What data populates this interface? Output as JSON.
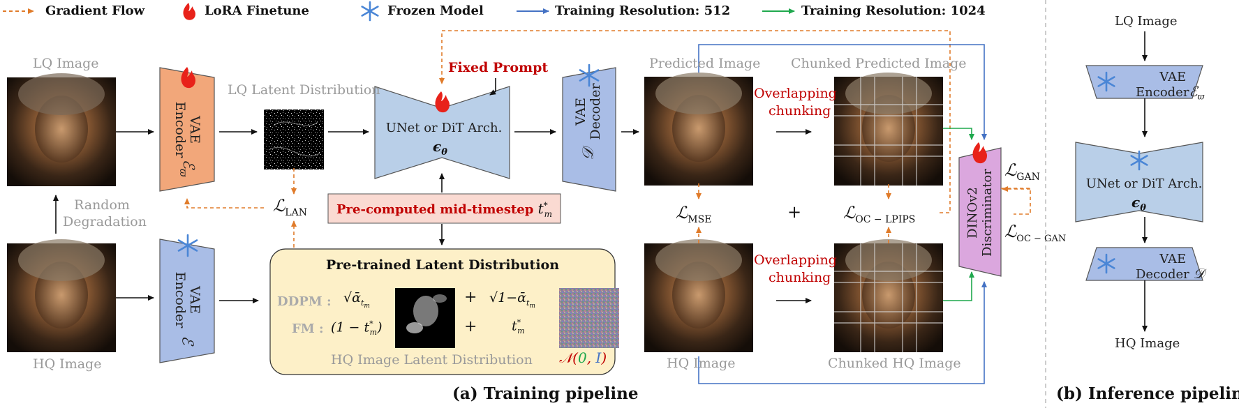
{
  "legend": {
    "gradient_flow": "Gradient Flow",
    "lora_finetune": "LoRA Finetune",
    "frozen_model": "Frozen Model",
    "training_512": "Training Resolution: 512",
    "training_1024": "Training Resolution: 1024"
  },
  "training": {
    "lq_image": "LQ Image",
    "hq_image": "HQ Image",
    "random_degradation_1": "Random",
    "random_degradation_2": "Degradation",
    "vae_encoder_top_1": "VAE",
    "vae_encoder_top_2": "Encoder",
    "vae_encoder_top_sym": "ℰ",
    "vae_encoder_top_sub": "ϖ",
    "vae_encoder_bot_1": "VAE",
    "vae_encoder_bot_2": "Encoder",
    "vae_encoder_bot_sym": "ℰ",
    "lq_latent_distribution": "LQ Latent Distribution",
    "loss_lan": "ℒ",
    "loss_lan_sub": "LAN",
    "fixed_prompt": "Fixed Prompt",
    "unet_label": "UNet or DiT Arch.",
    "unet_eps": "ϵ",
    "unet_eps_sub": "θ",
    "precomputed_label": "Pre-computed mid-timestep",
    "precomputed_t": "t",
    "precomputed_t_sub": "m",
    "precomputed_t_sup": "*",
    "latent_box_title": "Pre-trained Latent Distribution",
    "ddpm_label": "DDPM :",
    "fm_label": "FM :",
    "plus": "+",
    "hq_latent_distribution": "HQ Image Latent Distribution",
    "noise_label": "𝒩(0, I)",
    "vae_decoder_1": "VAE",
    "vae_decoder_2": "Decoder",
    "vae_decoder_sym": "𝒟",
    "predicted_image": "Predicted Image",
    "chunked_predicted_image": "Chunked Predicted Image",
    "overlapping_1": "Overlapping",
    "overlapping_2": "chunking",
    "loss_mse": "ℒ",
    "loss_mse_sub": "MSE",
    "loss_lpips": "ℒ",
    "loss_lpips_sub": "OC − LPIPS",
    "chunked_hq_image": "Chunked HQ Image",
    "disc_1": "DINOv2",
    "disc_2": "Discriminator",
    "loss_gan": "ℒ",
    "loss_gan_sub": "GAN",
    "loss_ocgan": "ℒ",
    "loss_ocgan_sub": "OC − GAN",
    "caption": "(a) Training pipeline"
  },
  "inference": {
    "lq_image": "LQ Image",
    "vae_encoder_1": "VAE",
    "vae_encoder_2": "Encoder",
    "vae_encoder_sym": "ℰ",
    "vae_encoder_sub": "ϖ",
    "unet_label": "UNet or DiT Arch.",
    "unet_eps": "ϵ",
    "unet_eps_sub": "θ",
    "vae_decoder_1": "VAE",
    "vae_decoder_2": "Decoder",
    "vae_decoder_sym": "𝒟",
    "hq_image": "HQ Image",
    "caption": "(b) Inference pipeline"
  },
  "colors": {
    "encoder_orange": "#f2a77a",
    "model_blue": "#b9cfe8",
    "decoder_blue": "#a9bde6",
    "disc_purple": "#dba7de",
    "latent_box": "#fdf0c8",
    "precomputed_box": "#fadad2",
    "arrow_orange": "#e07b2a",
    "arrow_blue": "#4472c4",
    "arrow_green": "#1fa84d",
    "red_text": "#c00000"
  }
}
